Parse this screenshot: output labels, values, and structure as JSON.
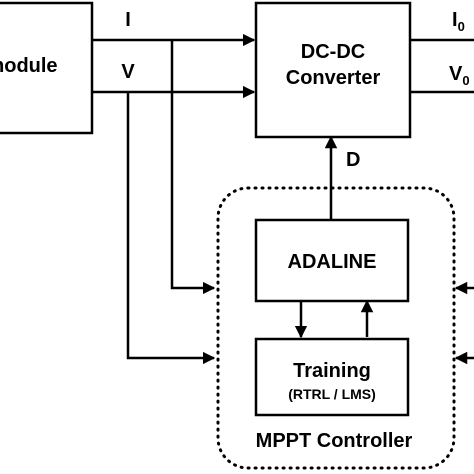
{
  "blocks": {
    "module": "module",
    "converter_line1": "DC-DC",
    "converter_line2": "Converter",
    "adaline": "ADALINE",
    "training_line1": "Training",
    "training_line2": "(RTRL / LMS)",
    "controller": "MPPT Controller"
  },
  "signals": {
    "current_in": "I",
    "voltage_in": "V",
    "duty": "D",
    "current_out_base": "I",
    "current_out_sub": "0",
    "voltage_out_base": "V",
    "voltage_out_sub": "0"
  }
}
